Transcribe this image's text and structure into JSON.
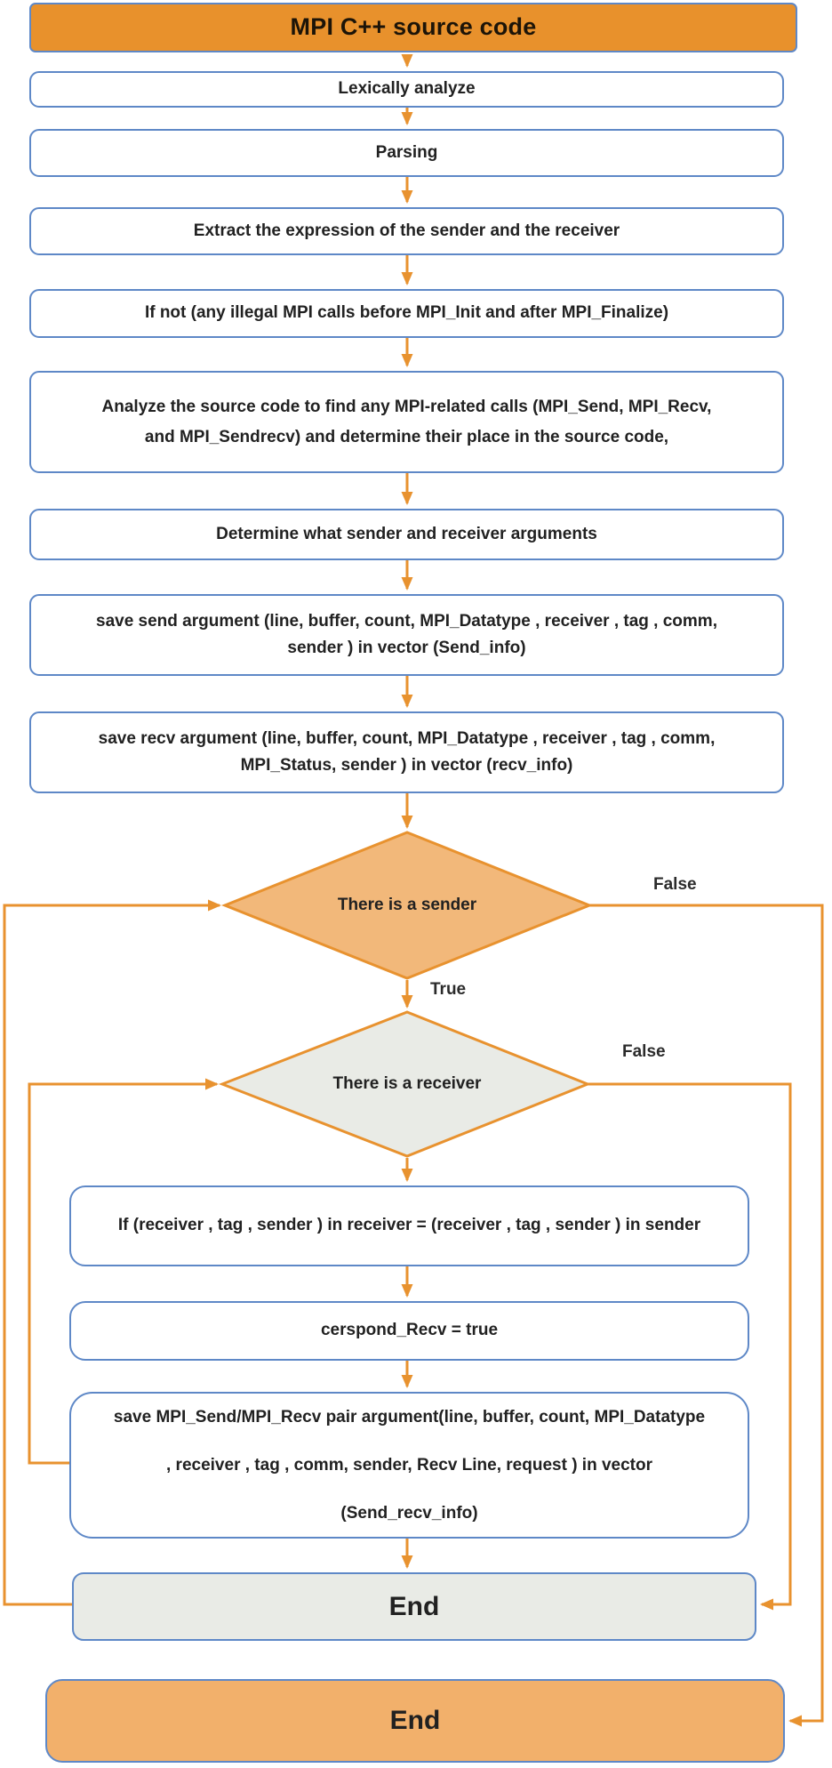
{
  "colors": {
    "accent_orange": "#e8912c",
    "light_orange": "#f2b87a",
    "end_orange": "#f2b06b",
    "line_orange": "#e8922f",
    "box_border_blue": "#5e88c7",
    "gray_fill": "#e9ebe6",
    "text": "#212121"
  },
  "flowchart": {
    "title": "MPI C++ source code",
    "steps": [
      {
        "id": "lexically-analyze",
        "label": "Lexically analyze"
      },
      {
        "id": "parsing",
        "label": "Parsing"
      },
      {
        "id": "extract-expressions",
        "label": "Extract the expression of the sender and the receiver"
      },
      {
        "id": "check-illegal-calls",
        "label": "If not (any illegal MPI calls before MPI_Init and after MPI_Finalize)"
      },
      {
        "id": "analyze-source",
        "label": "Analyze the source code to find any MPI-related calls (MPI_Send, MPI_Recv, and MPI_Sendrecv) and determine their place in the source code,"
      },
      {
        "id": "determine-arguments",
        "label": "Determine what sender and receiver arguments"
      },
      {
        "id": "save-send-args",
        "label": "save send argument (line, buffer,  count, MPI_Datatype , receiver , tag , comm, sender ) in vector (Send_info)"
      },
      {
        "id": "save-recv-args",
        "label": "save recv argument (line, buffer,  count, MPI_Datatype , receiver , tag , comm, MPI_Status, sender ) in vector (recv_info)"
      },
      {
        "id": "if-pair-match",
        "label": "If (receiver , tag , sender ) in receiver = (receiver , tag , sender ) in sender"
      },
      {
        "id": "set-cerspond-recv",
        "label": "cerspond_Recv = true"
      },
      {
        "id": "save-pair-args",
        "label": "save  MPI_Send/MPI_Recv pair argument(line, buffer, count, MPI_Datatype , receiver , tag , comm, sender,  Recv Line, request ) in vector (Send_recv_info)"
      }
    ],
    "decisions": [
      {
        "id": "sender-exists",
        "label": "There is a sender",
        "true_label": "True",
        "false_label": "False"
      },
      {
        "id": "receiver-exists",
        "label": "There is a receiver",
        "false_label": "False"
      }
    ],
    "terminals": [
      {
        "id": "end-inner",
        "label": "End"
      },
      {
        "id": "end-final",
        "label": "End"
      }
    ]
  }
}
